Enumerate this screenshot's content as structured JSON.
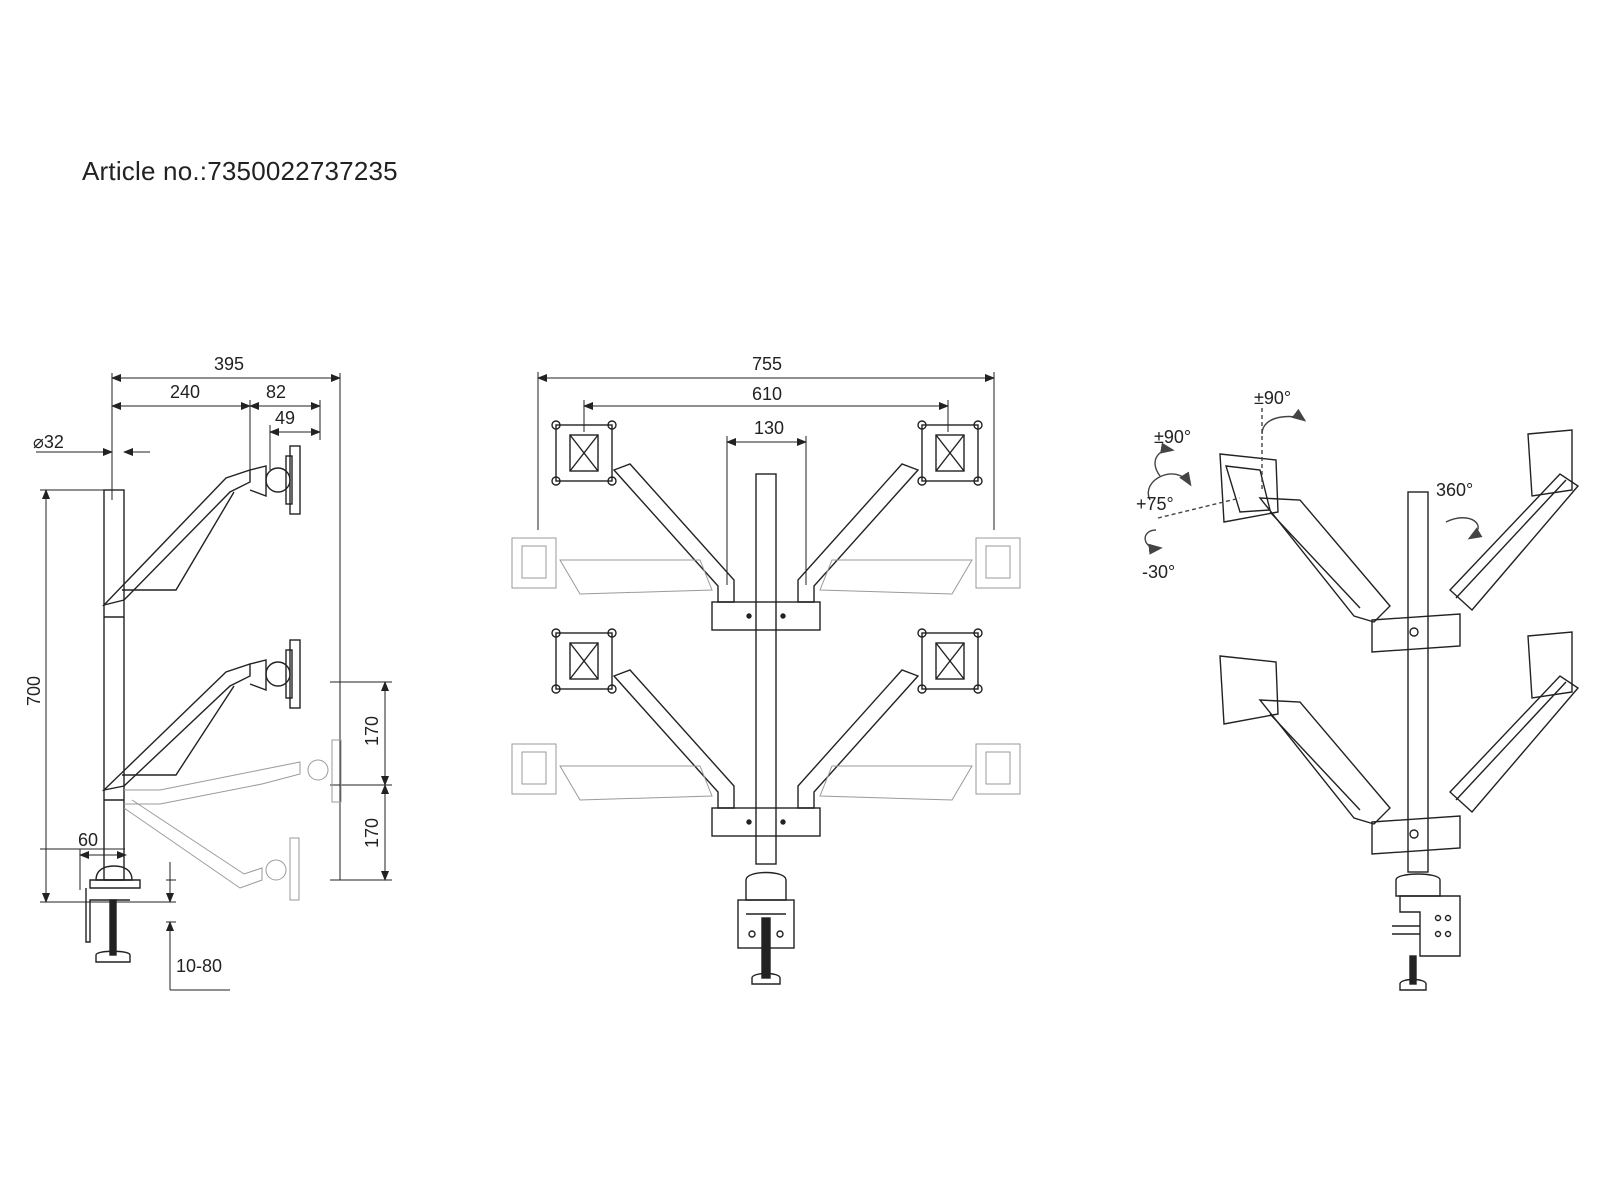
{
  "title": "Article no.:7350022737235",
  "side_view": {
    "dim_overall_depth": "395",
    "dim_arm_reach": "240",
    "dim_head_82": "82",
    "dim_head_49": "49",
    "dim_pole_diameter": "⌀32",
    "dim_height": "700",
    "dim_upper_travel": "170",
    "dim_lower_travel": "170",
    "dim_base_offset": "60",
    "dim_clamp_range": "10-80"
  },
  "front_view": {
    "dim_total_width": "755",
    "dim_vesa_span": "610",
    "dim_crossbar_width": "130"
  },
  "perspective_view": {
    "tilt_top": "±90°",
    "swivel_left": "±90°",
    "tilt_up": "+75°",
    "tilt_down": "-30°",
    "rotation": "360°"
  },
  "colors": {
    "line": "#222222",
    "ghost": "#9a9a9a",
    "background": "#ffffff"
  }
}
